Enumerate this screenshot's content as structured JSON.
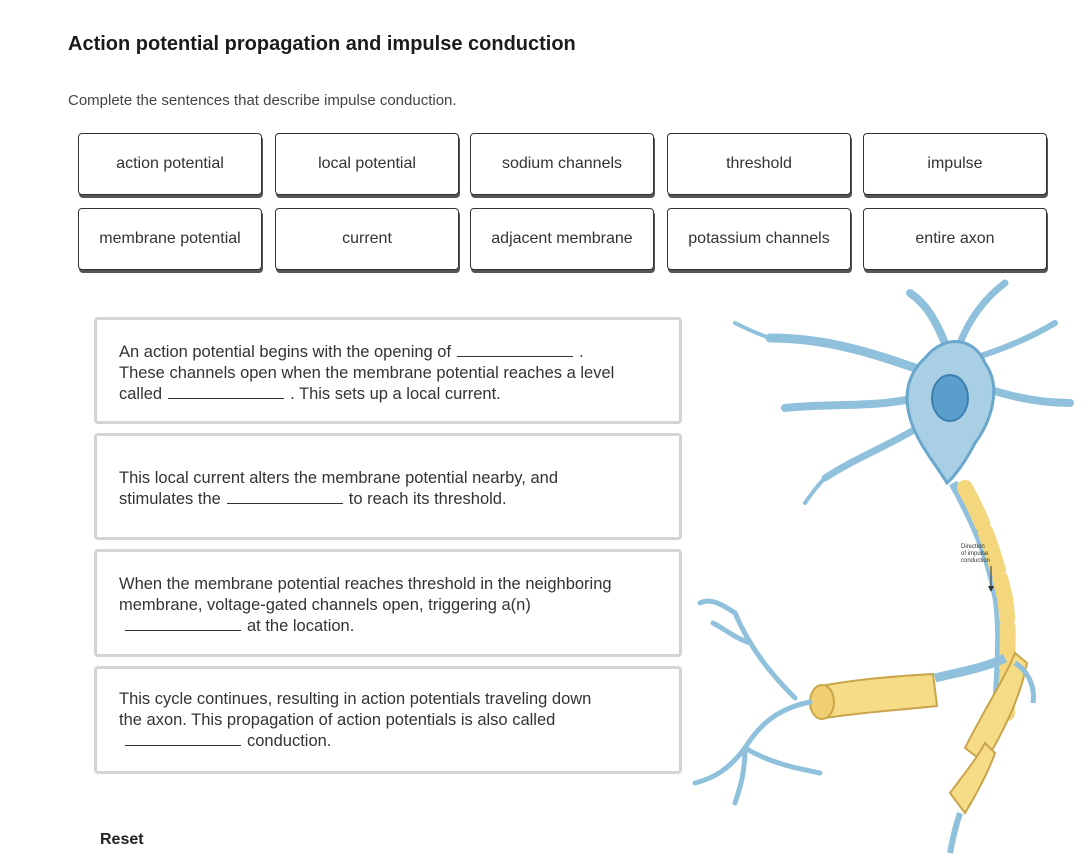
{
  "page": {
    "title": "Action potential propagation and impulse conduction",
    "instruction": "Complete the sentences that describe impulse conduction."
  },
  "word_bank": [
    "action potential",
    "local potential",
    "sodium channels",
    "threshold",
    "impulse",
    "membrane potential",
    "current",
    "adjacent membrane",
    "potassium channels",
    "entire axon"
  ],
  "sentences": [
    {
      "line1": "An action potential begins with the opening of",
      "line1_end": ".",
      "line2": "These channels open when the membrane potential reaches a level",
      "line3": "called",
      "line3_end": ". This sets up a local current."
    },
    {
      "line1": "This local current alters the membrane potential nearby, and",
      "line2": "stimulates the",
      "line2_end": "to reach its threshold."
    },
    {
      "line1": "When the membrane potential reaches threshold in the neighboring",
      "line2": "membrane, voltage-gated channels open, triggering a(n)",
      "line3_end": "at the location."
    },
    {
      "line1": "This cycle continues, resulting in action potentials traveling down",
      "line2": "the axon. This propagation of action potentials is also called",
      "line3_end": "conduction."
    }
  ],
  "figure": {
    "label_line1": "Direction",
    "label_line2": "of impulse",
    "label_line3": "conduction",
    "colors": {
      "cell_blue": "#8fc0dc",
      "nucleus": "#5a9fcb",
      "myelin_yellow": "#f4d77c"
    }
  },
  "controls": {
    "reset_label": "Reset"
  }
}
